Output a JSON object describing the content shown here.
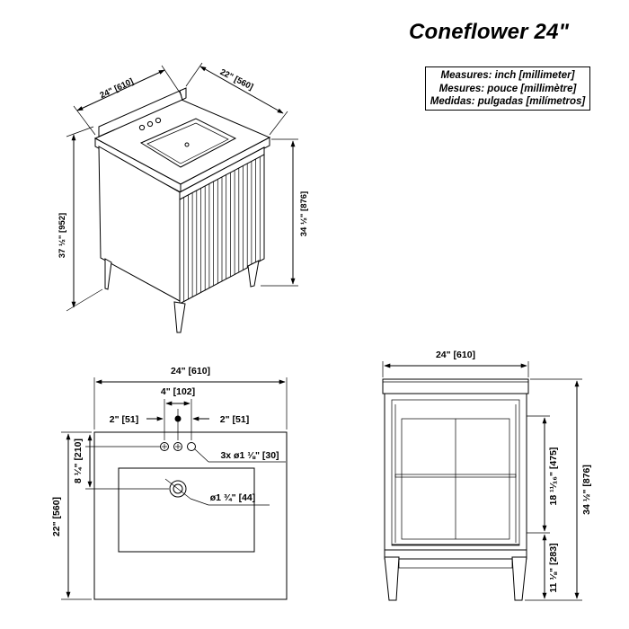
{
  "title": "Coneflower 24\"",
  "units": [
    "Measures: inch [millimeter]",
    "Mesures: pouce [millimètre]",
    "Medidas: pulgadas [milímetros]"
  ],
  "iso": {
    "width": "24\" [610]",
    "depth": "22\" [560]",
    "total_height": "37 ½\" [952]",
    "cabinet_height": "34 ½\" [876]"
  },
  "top_view": {
    "width": "24\" [610]",
    "hole_spread": "4\" [102]",
    "left_offset": "2\" [51]",
    "right_offset": "2\" [51]",
    "holes": "3x ø1 ⅛\" [30]",
    "hole_depth": "8 ¼\" [210]",
    "depth": "22\" [560]",
    "drain": "ø1 ¾\" [44]"
  },
  "front_view": {
    "width": "24\" [610]",
    "height": "34 ½\" [876]",
    "upper": "18 ¹¹⁄₁₆\" [475]",
    "lower": "11 ⅛\" [283]"
  }
}
